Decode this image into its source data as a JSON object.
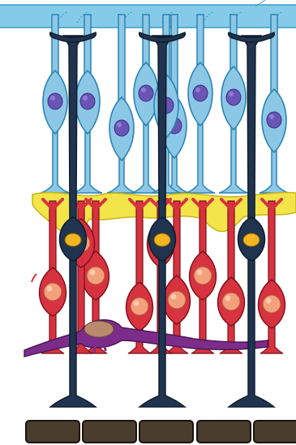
{
  "diagram": {
    "kind": "olfactory-epithelium-cross-section",
    "colors": {
      "surface": "#85cbe9",
      "surface_edge": "#3a9cc9",
      "receptor": "#8cc8e6",
      "receptor_edge": "#2b84b4",
      "receptor_nucleus": "#6a55b4",
      "nucleus_edge": "#3a2f8a",
      "bipolar": "#20344f",
      "bipolar_edge": "#0d1a2b",
      "bipolar_nucleus": "#f2b623",
      "red_cell": "#d7323f",
      "red_cell_edge": "#7a1019",
      "red_nucleus": "#f3a07c",
      "yellow_band": "#f3e44a",
      "yellow_edge": "#c9b418",
      "purple_cell": "#7c2d8a",
      "purple_nucleus": "#b98a6b",
      "basement": "#4a3d2e",
      "basement_edge": "#1a130c"
    },
    "counts": {
      "receptor_cells": 9,
      "bipolar_neurons": 3,
      "red_cells": 9,
      "basement_blocks": 5
    }
  }
}
